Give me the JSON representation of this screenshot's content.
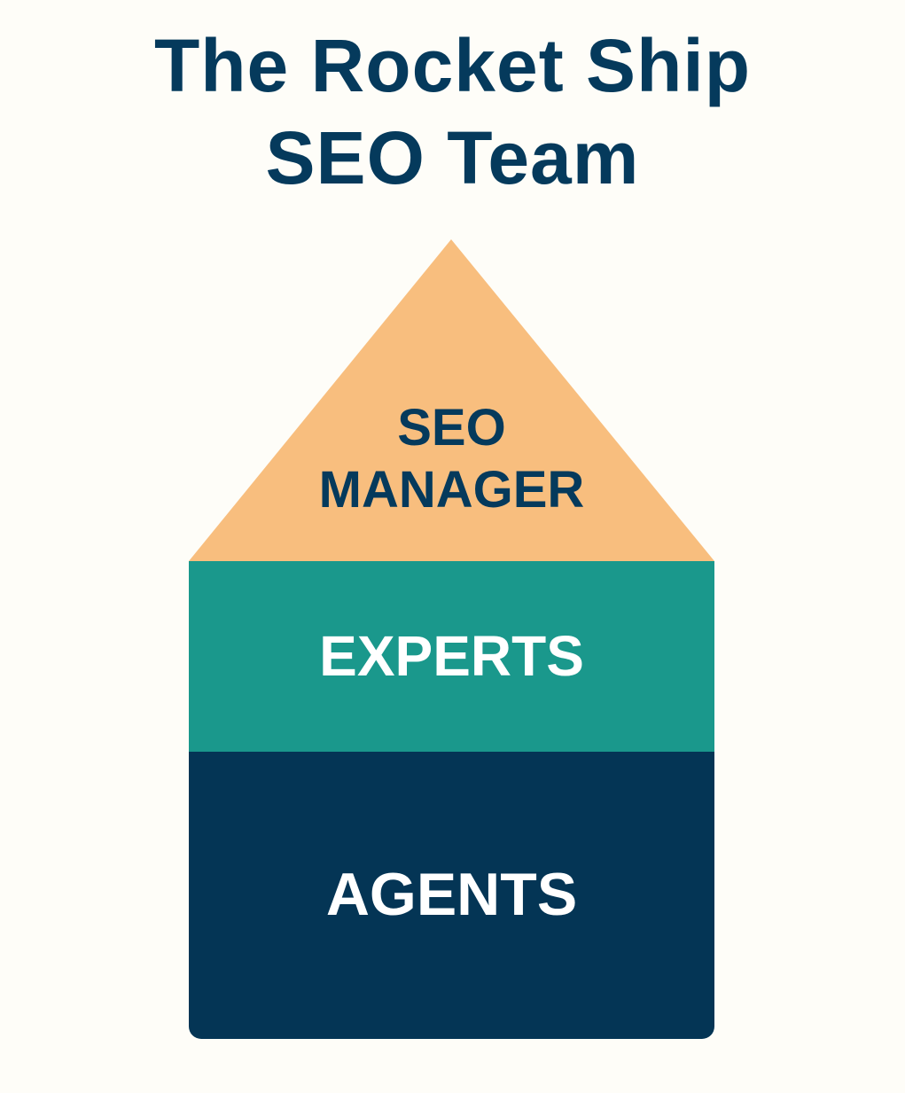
{
  "title": {
    "line1": "The Rocket Ship",
    "line2": "SEO Team"
  },
  "tiers": [
    {
      "label_line1": "SEO",
      "label_line2": "MANAGER",
      "color": "#f8be7e"
    },
    {
      "label": "EXPERTS",
      "color": "#1a988c"
    },
    {
      "label": "AGENTS",
      "color": "#043555"
    }
  ]
}
